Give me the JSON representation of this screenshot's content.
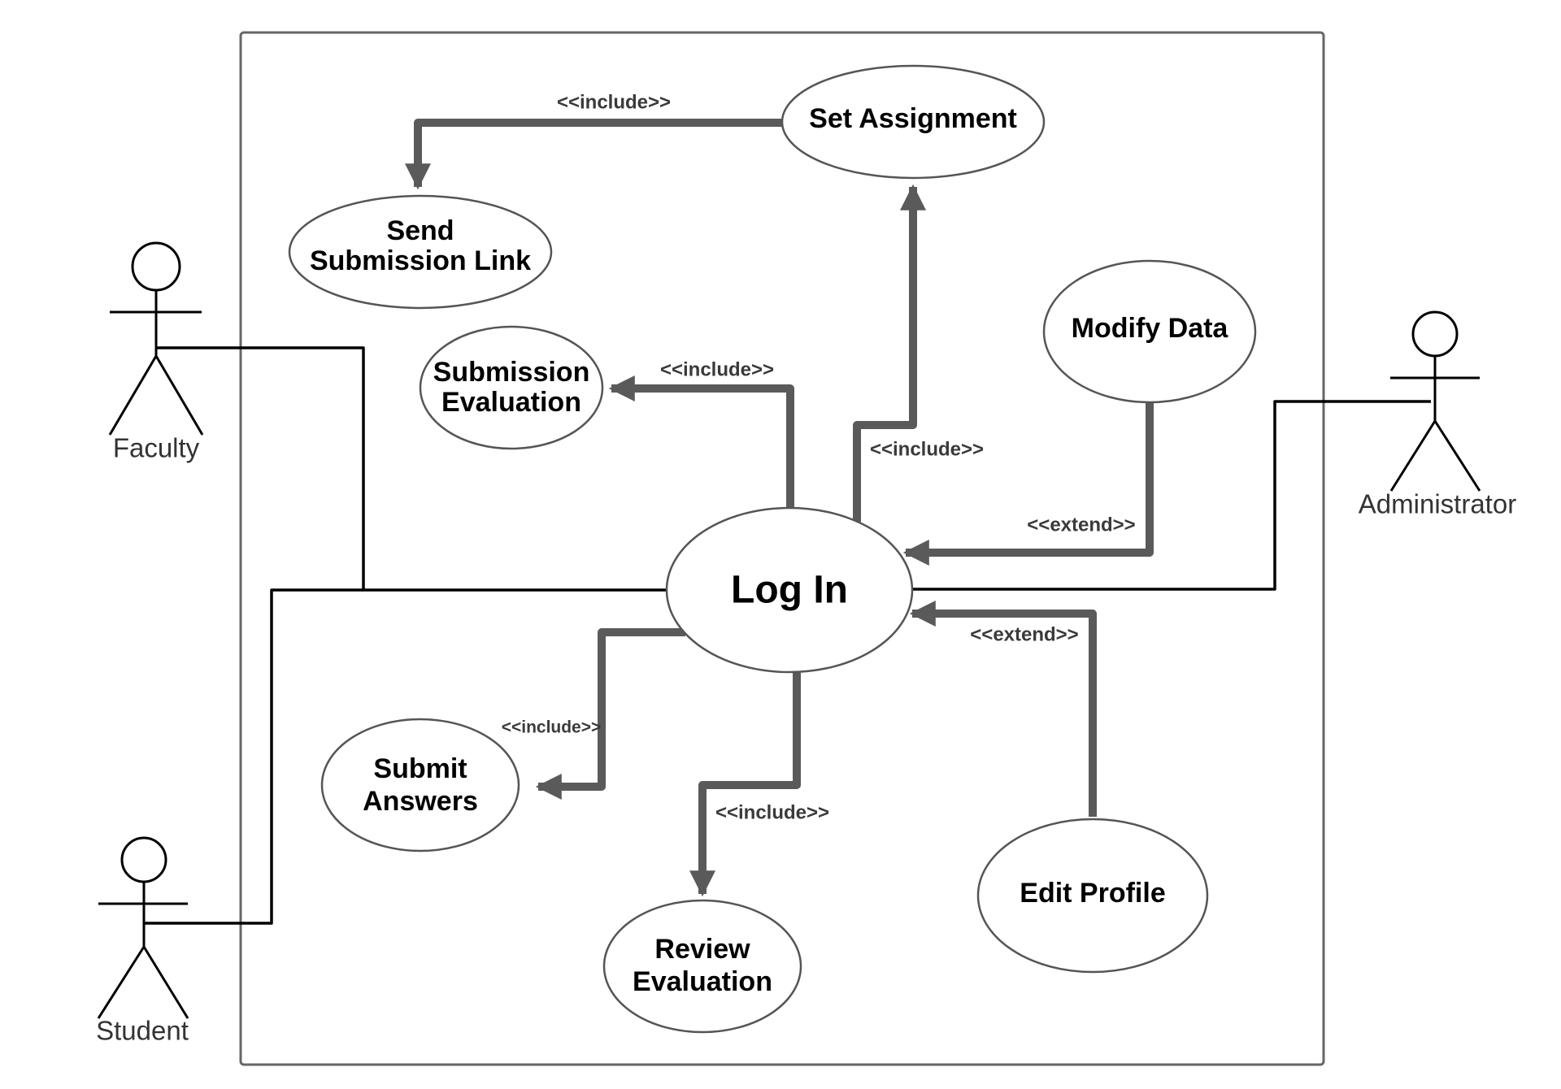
{
  "use_cases": {
    "log_in": "Log In",
    "set_assignment": "Set Assignment",
    "send_submission_link": [
      "Send",
      "Submission Link"
    ],
    "submission_evaluation": [
      "Submission",
      "Evaluation"
    ],
    "modify_data": "Modify Data",
    "submit_answers": [
      "Submit",
      "Answers"
    ],
    "review_evaluation": [
      "Review",
      "Evaluation"
    ],
    "edit_profile": "Edit Profile"
  },
  "actors": {
    "faculty": "Faculty",
    "student": "Student",
    "administrator": "Administrator"
  },
  "relations": {
    "include_send_link": "<<include>>",
    "include_submission_eval": "<<include>>",
    "include_set_assignment": "<<include>>",
    "extend_modify_data": "<<extend>>",
    "extend_edit_profile": "<<extend>>",
    "include_submit_answers": "<<include>>",
    "include_review_eval": "<<include>>"
  },
  "colors": {
    "dependency_line": "#5a5a5a",
    "association_line": "#000000",
    "boundary": "#666666"
  }
}
